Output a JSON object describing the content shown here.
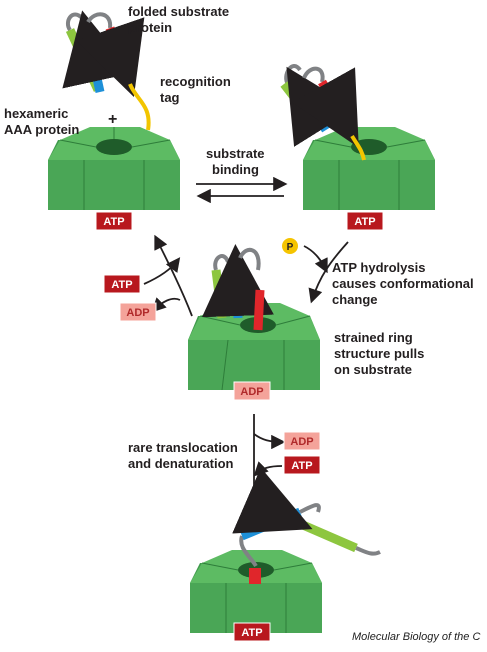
{
  "labels": {
    "folded_substrate": [
      "folded substrate",
      "protein"
    ],
    "recognition_tag": [
      "recognition",
      "tag"
    ],
    "hexameric": [
      "hexameric",
      "AAA protein"
    ],
    "plus": "+",
    "substrate_binding": [
      "substrate",
      "binding"
    ],
    "atp_hydrolysis": [
      "ATP hydrolysis",
      "causes conformational",
      "change"
    ],
    "strained_ring": [
      "strained ring",
      "structure pulls",
      "on substrate"
    ],
    "rare_translocation": [
      "rare translocation",
      "and denaturation"
    ],
    "phosphate": "P"
  },
  "badges": {
    "atp": "ATP",
    "adp": "ADP"
  },
  "credit": "Molecular Biology of the C",
  "colors": {
    "ring_top": "#5dbb63",
    "ring_side": "#3f9a4b",
    "ring_dark": "#2e7d3a",
    "hole": "#1f5c2a",
    "atp_badge": "#b8181e",
    "adp_badge": "#f4a39a",
    "strand_green": "#8dc63f",
    "strand_blue": "#1e90d8",
    "strand_red": "#e0262b",
    "loop_gray": "#808285",
    "tag_yellow": "#f2c500",
    "phosphate": "#f5c400"
  }
}
